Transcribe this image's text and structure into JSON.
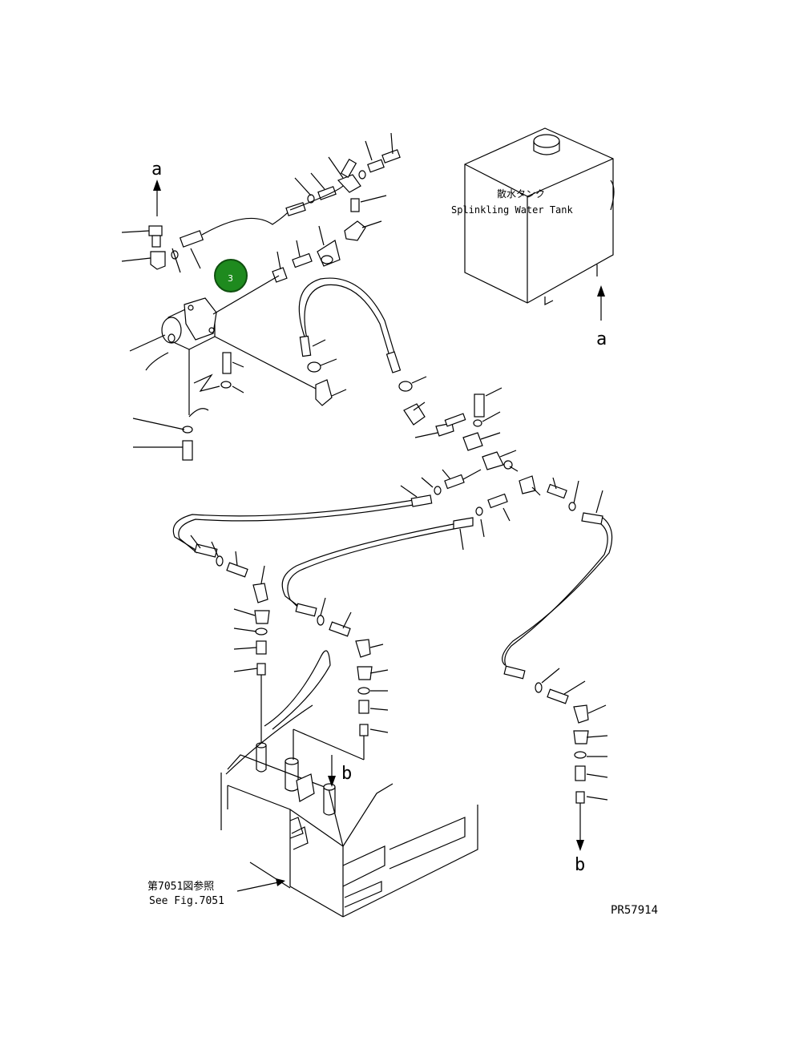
{
  "tank": {
    "label_jp": "散水タンク",
    "label_en": "Splinkling Water Tank"
  },
  "refs": {
    "a_top": "a",
    "a_tank": "a",
    "b_mid": "b",
    "b_bottom": "b"
  },
  "see_fig": {
    "jp": "第7051図参照",
    "en": "See Fig.7051"
  },
  "drawing_id": "PR57914",
  "badge": {
    "number": "3",
    "color": "#1e8a1e"
  }
}
